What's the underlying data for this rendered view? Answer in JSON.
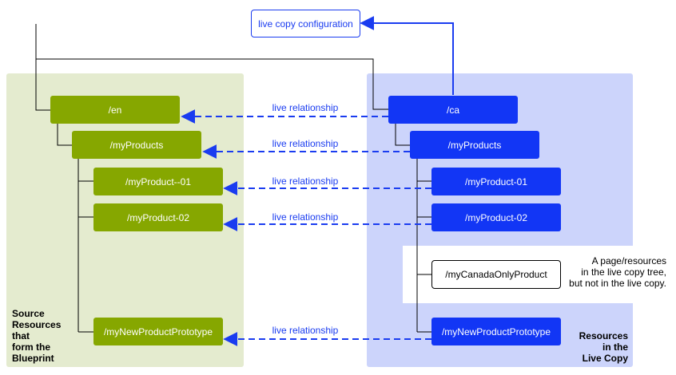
{
  "config_box": "live copy configuration",
  "relationship_label": "live relationship",
  "left_nodes": {
    "en": "/en",
    "products": "/myProducts",
    "product01": "/myProduct--01",
    "product02": "/myProduct-02",
    "prototype": "/myNewProductPrototype"
  },
  "right_nodes": {
    "ca": "/ca",
    "products": "/myProducts",
    "product01": "/myProduct-01",
    "product02": "/myProduct-02",
    "canada_only": "/myCanadaOnlyProduct",
    "prototype": "/myNewProductPrototype"
  },
  "canada_note": {
    "line1": "A page/resources",
    "line2": "in the live copy tree,",
    "line3": "but not in the live copy."
  },
  "left_label": {
    "l1": "Source",
    "l2": "Resources",
    "l3": "that",
    "l4": "form the",
    "l5": "Blueprint"
  },
  "right_label": {
    "l1": "Resources",
    "l2": "in the",
    "l3": "Live Copy"
  },
  "colors": {
    "blueprint_node": "#86a700",
    "livecopy_node": "#1236f5",
    "relationship": "#1a3cf0"
  }
}
